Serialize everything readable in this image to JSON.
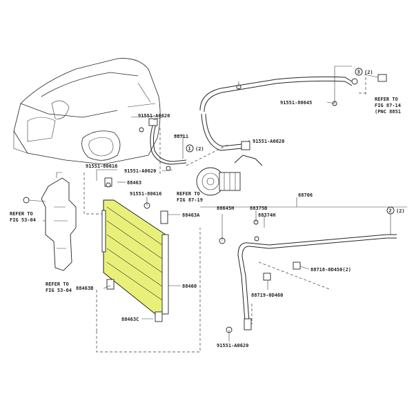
{
  "colors": {
    "highlight": "#e8f07a",
    "ink": "#222222"
  },
  "labels": {
    "p91551_A0620_top": "91551-A0620",
    "p88711": "88711",
    "callout1_a": "1",
    "callout1_b": "(2)",
    "p91551_80616_left": "91551-80616",
    "p91551_A0620_mid": "91551-A0620",
    "p88463": "88463",
    "p91551_80616_mid": "91551-80616",
    "p88463A": "88463A",
    "p88460": "88460",
    "p88463B": "88463B",
    "p88463C": "88463C",
    "refer_53_left_a": "REFER TO",
    "refer_53_left_b": "FIG 53-04",
    "refer_53_bottom_a": "REFER TO",
    "refer_53_bottom_b": "FIG 53-04",
    "refer_87_19_a": "REFER TO",
    "refer_87_19_b": "FIG 87-19",
    "p91551_80645": "91551-80645",
    "p91551_A0620_right": "91551-A0620",
    "callout3_a": "3",
    "callout3_b": "(2)",
    "refer_87_14_a": "REFER TO",
    "refer_87_14_b": "FIG 87-14",
    "refer_87_14_c": "(PNC 8851",
    "p88706": "88706",
    "p88645H": "88645H",
    "p88375B": "88375B",
    "p88374H": "88374H",
    "callout2_a": "2",
    "callout2_b": "(2)",
    "p88718": "88718-0D450(2)",
    "p88719": "88719-0D460",
    "p91551_A0620_bottom": "91551-A0620"
  }
}
